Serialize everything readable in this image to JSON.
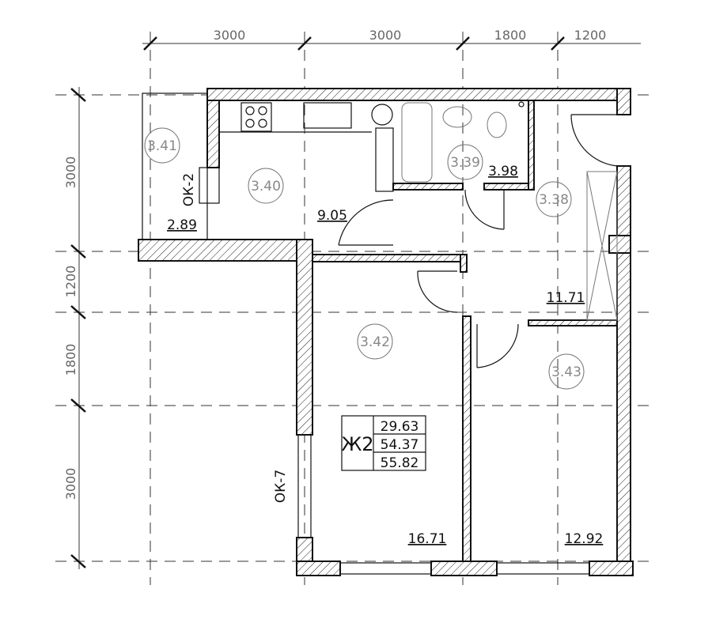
{
  "dimensions_top": [
    "3000",
    "3000",
    "1800",
    "1200"
  ],
  "dimensions_left": [
    "3000",
    "1200",
    "1800",
    "3000"
  ],
  "rooms": [
    {
      "number": "3.41",
      "area": "2.89"
    },
    {
      "number": "3.40",
      "area": "9.05"
    },
    {
      "number": "3.39",
      "area": "3.98"
    },
    {
      "number": "3.38",
      "area": "11.71"
    },
    {
      "number": "3.42",
      "area": "16.71"
    },
    {
      "number": "3.43",
      "area": "12.92"
    }
  ],
  "windows": {
    "ok2": "ОК-2",
    "ok7": "ОК-7"
  },
  "apartment": {
    "code": "Ж2",
    "living_area": "29.63",
    "total_area": "54.37",
    "area_with_balcony": "55.82"
  }
}
